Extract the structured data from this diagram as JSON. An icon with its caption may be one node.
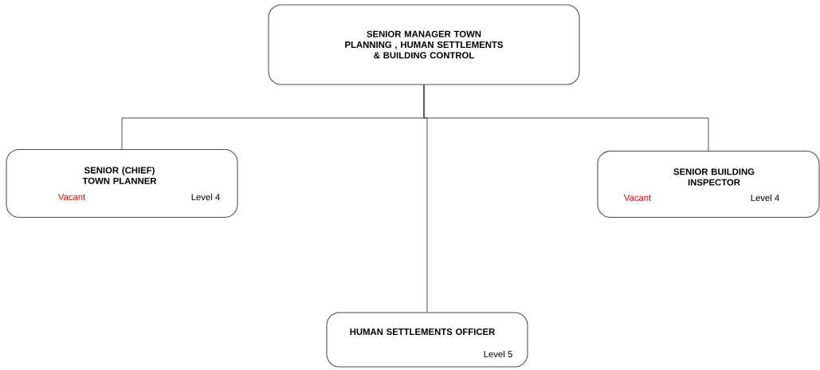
{
  "diagram": {
    "nodes": [
      {
        "text": [
          "SENIOR MANAGER TOWN PLANNING , HUMAN SETTLEMENTS & BUILDING CONTROL"
        ]
      },
      {
        "text": [
          "SENIOR (CHIEF) TOWN PLANNER",
          "Vacant",
          "Level 4"
        ]
      },
      {
        "text": [
          "SENIOR BUILDING INSPECTOR",
          "Vacant",
          "Level 4"
        ]
      },
      {
        "text": [
          "HUMAN SETTLEMENTS OFFICER",
          "Level 5"
        ]
      }
    ],
    "edges": [
      {
        "from": 0,
        "to": 1,
        "arrow": "none"
      },
      {
        "from": 0,
        "to": 2,
        "arrow": "none"
      },
      {
        "from": 0,
        "to": 3,
        "arrow": "none"
      }
    ]
  }
}
